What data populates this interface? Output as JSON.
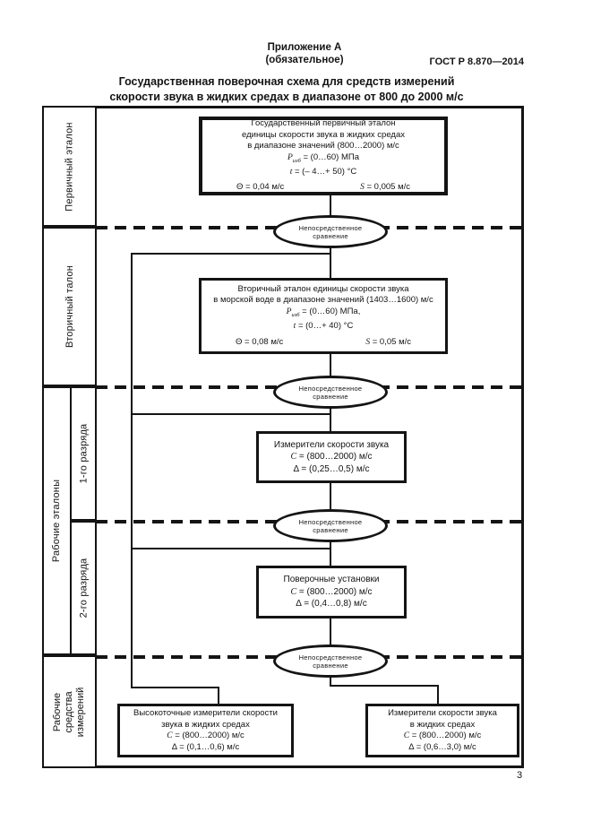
{
  "header": {
    "annex": "Приложение А",
    "annex_note": "(обязательное)",
    "doc_number": "ГОСТ Р 8.870—2014",
    "title_line1": "Государственная поверочная схема для средств измерений",
    "title_line2": "скорости звука в жидких средах в диапазоне от 800 до 2000 м/с"
  },
  "sidebar": {
    "primary": "Первичный эталон",
    "secondary": "Вторичный талон",
    "working_standards": "Рабочие эталоны",
    "rank1": "1-го разряда",
    "rank2": "2-го разряда",
    "working_instruments_line1": "Рабочие средства",
    "working_instruments_line2": "измерений"
  },
  "diagram": {
    "comparison": {
      "line1": "Непосредственное",
      "line2": "сравнение"
    },
    "boxes": {
      "primary": {
        "line1": "Государственный первичный эталон",
        "line2": "единицы скорости звука в жидких средах",
        "line3": "в диапазоне значений (800…2000) м/с",
        "p_var": "P",
        "p_sub": "изб",
        "p_rest": " = (0…60) МПа",
        "t_var": "t",
        "t_rest": " = (– 4…+ 50) °С",
        "theta": "Θ = 0,04 м/с",
        "s_var": "S",
        "s_rest": " = 0,005 м/с"
      },
      "secondary": {
        "line1": "Вторичный эталон единицы скорости звука",
        "line2": "в морской воде в диапазоне значений (1403…1600) м/с",
        "p_var": "P",
        "p_sub": "изб",
        "p_rest": " = (0…60) МПа,",
        "t_var": "t",
        "t_rest": " = (0…+ 40) °С",
        "theta": "Θ = 0,08 м/с",
        "s_var": "S",
        "s_rest": " = 0,05 м/с"
      },
      "rank1": {
        "line1": "Измерители скорости звука",
        "c_var": "C",
        "c_rest": " = (800…2000) м/с",
        "delta": "Δ = (0,25…0,5) м/с"
      },
      "rank2": {
        "line1": "Поверочные установки",
        "c_var": "C",
        "c_rest": " = (800…2000) м/с",
        "delta": "Δ = (0,4…0,8) м/с"
      },
      "high_precision": {
        "line1": "Высокоточные измерители скорости",
        "line2": "звука в жидких средах",
        "c_var": "C",
        "c_rest": " = (800…2000) м/с",
        "delta": "Δ = (0,1…0,6) м/с"
      },
      "working": {
        "line1": "Измерители скорости звука",
        "line2": "в жидких средах",
        "c_var": "C",
        "c_rest": " = (800…2000) м/с",
        "delta": "Δ = (0,6…3,0) м/с"
      }
    }
  },
  "page_number": "3",
  "colors": {
    "ink": "#141414",
    "paper": "#ffffff"
  }
}
